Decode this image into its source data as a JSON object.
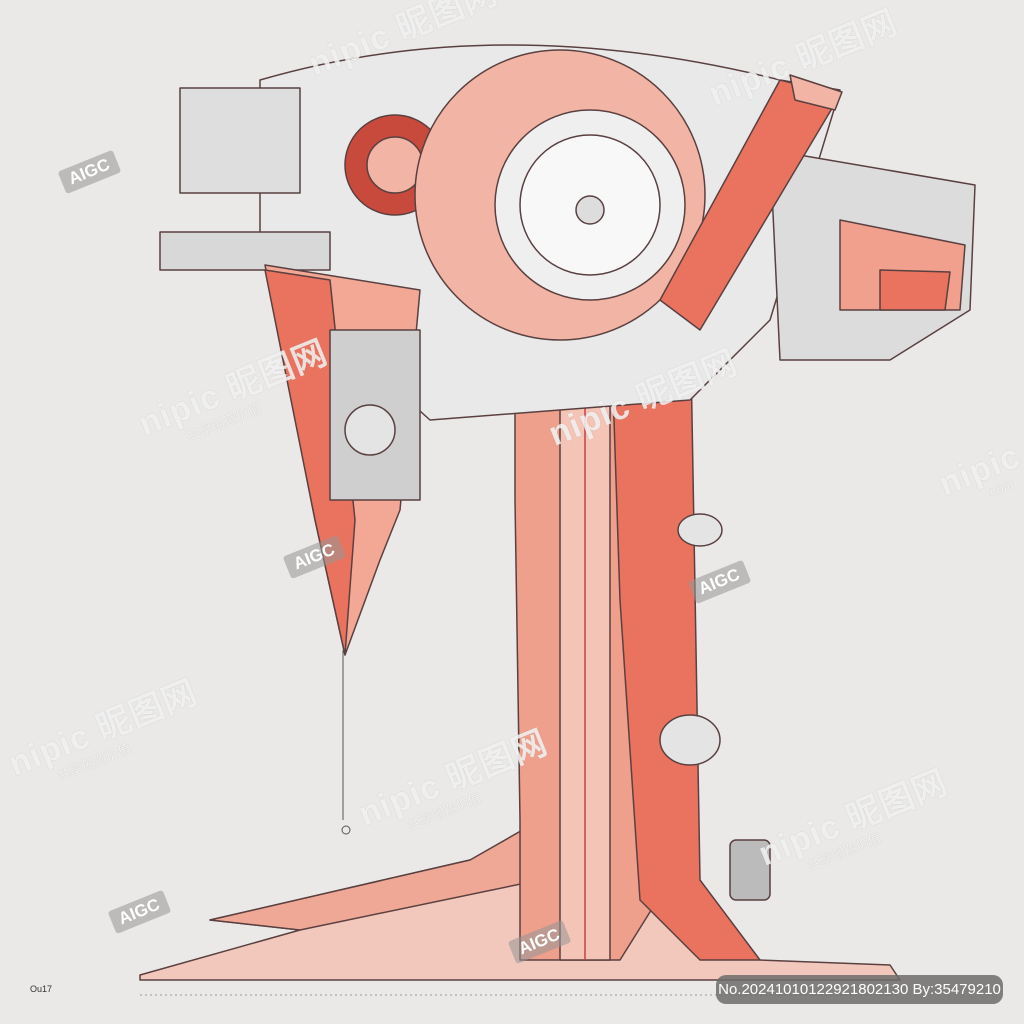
{
  "watermark": {
    "brand": "nipic 昵图网",
    "slogan": "共享创造价值",
    "domain": ".com",
    "tag": "AIGC"
  },
  "banner": {
    "text": "No.20241010122921802130 By:35479210"
  },
  "signature": "Ou17",
  "colors": {
    "background": "#ebe9e7",
    "coral": "#e9735e",
    "salmon": "#f2b4a4",
    "grey": "#dcdcdc",
    "outline": "#5a4040"
  }
}
